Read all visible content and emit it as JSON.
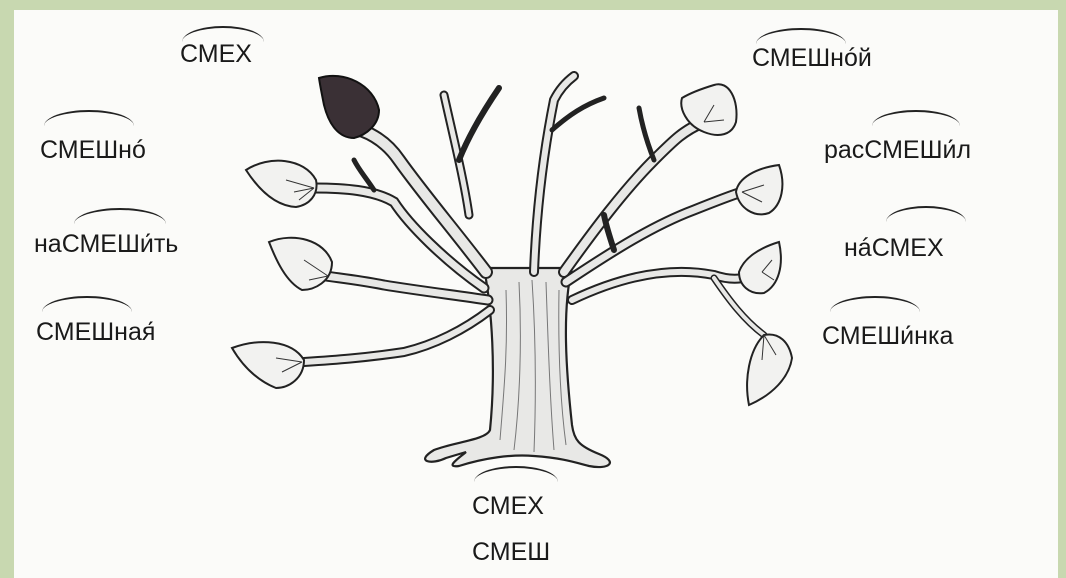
{
  "words": {
    "w1": "СМЕХ",
    "w2": "СМЕШнó",
    "w3": "наСМЕШи́ть",
    "w4": "СМЕШная́",
    "w5": "СМЕШнóй",
    "w6": "расСМЕШи́л",
    "w7": "нáСМЕХ",
    "w8": "СМЕШи́нка",
    "root1": "СМЕХ",
    "root2": "СМЕШ"
  },
  "colors": {
    "outer_background": "#c8d8b0",
    "page_background": "#fbfbf9",
    "leaf_dark": "#3a3035",
    "leaf_light": "#f2f2f0",
    "trunk_fill": "#e8e8e6",
    "ink": "#1a1a1a"
  }
}
